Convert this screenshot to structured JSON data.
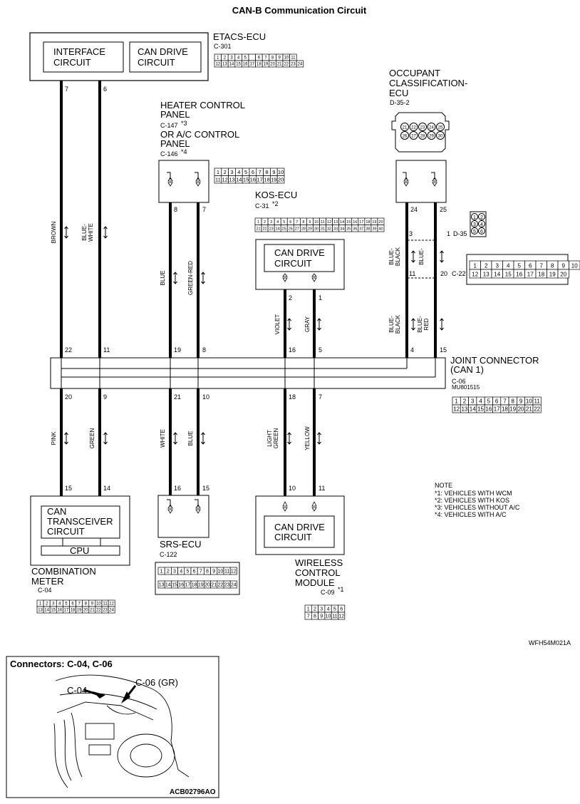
{
  "title": "CAN-B Communication Circuit",
  "etacs": {
    "name": "ETACS-ECU",
    "conn": "C-301",
    "interface_l1": "INTERFACE",
    "interface_l2": "CIRCUIT",
    "candrive_l1": "CAN DRIVE",
    "candrive_l2": "CIRCUIT",
    "pin_brown_top": "7",
    "pin_bluewhite_top": "6",
    "pins_row1": [
      "1",
      "2",
      "3",
      "4",
      "5",
      "",
      "6",
      "7",
      "8",
      "9",
      "10",
      "11"
    ],
    "pins_row2": [
      "12",
      "13",
      "14",
      "15",
      "16",
      "17",
      "18",
      "19",
      "20",
      "21",
      "22",
      "23",
      "24"
    ]
  },
  "heater": {
    "l1": "HEATER CONTROL",
    "l2": "PANEL",
    "conn1": "C-147",
    "star1": "*3",
    "l3": "OR A/C CONTROL",
    "l4": "PANEL",
    "conn2": "C-146",
    "star2": "*4",
    "pin_blue": "8",
    "pin_greenred": "7",
    "pins_row1": [
      "1",
      "2",
      "3",
      "4",
      "5",
      "6",
      "7",
      "8",
      "9",
      "10"
    ],
    "pins_row2": [
      "11",
      "12",
      "13",
      "14",
      "15",
      "16",
      "17",
      "18",
      "19",
      "20"
    ]
  },
  "kos": {
    "name": "KOS-ECU",
    "conn": "C-31",
    "star": "*2",
    "cd_l1": "CAN DRIVE",
    "cd_l2": "CIRCUIT",
    "pin_violet": "2",
    "pin_gray": "1",
    "pins_row1": [
      "1",
      "2",
      "3",
      "4",
      "5",
      "6",
      "7",
      "8",
      "9",
      "10",
      "11",
      "12",
      "13",
      "14",
      "15",
      "16",
      "17",
      "18",
      "19",
      "20"
    ],
    "pins_row2": [
      "21",
      "22",
      "23",
      "24",
      "25",
      "26",
      "27",
      "28",
      "29",
      "30",
      "31",
      "32",
      "33",
      "34",
      "35",
      "36",
      "37",
      "38",
      "39",
      "40"
    ]
  },
  "occupant": {
    "l1": "OCCUPANT",
    "l2": "CLASSIFICATION-",
    "l3": "ECU",
    "conn": "D-35-2",
    "pin_left": "24",
    "pin_right": "25",
    "pins_row1": [
      "21",
      "22",
      "23",
      "24",
      "25"
    ],
    "pins_row2": [
      "26",
      "27",
      "28",
      "29",
      "30"
    ]
  },
  "d35": {
    "conn": "D-35",
    "pin_a": "3",
    "pin_b": "1",
    "pins": [
      "1",
      "2",
      "3",
      "4",
      "5",
      "6"
    ]
  },
  "c22": {
    "conn": "C-22",
    "pin_a": "11",
    "pin_b": "20",
    "pins_row1": [
      "1",
      "2",
      "3",
      "4",
      "5",
      "6",
      "7",
      "8",
      "9",
      "10"
    ],
    "pins_row2": [
      "12",
      "13",
      "14",
      "15",
      "16",
      "17",
      "18",
      "19",
      "20"
    ]
  },
  "joint": {
    "l1": "JOINT CONNECTOR",
    "l2": "(CAN 1)",
    "conn": "C-06",
    "part": "MU801515",
    "top_pins": [
      "22",
      "11",
      "19",
      "8",
      "16",
      "5",
      "4",
      "15"
    ],
    "bottom_pins": [
      "20",
      "9",
      "21",
      "10",
      "18",
      "7"
    ],
    "pins_row1": [
      "1",
      "2",
      "3",
      "4",
      "5",
      "6",
      "7",
      "8",
      "9",
      "10",
      "11"
    ],
    "pins_row2": [
      "12",
      "13",
      "14",
      "15",
      "16",
      "17",
      "18",
      "19",
      "20",
      "21",
      "22"
    ]
  },
  "wires": {
    "brown": "BROWN",
    "blue_white_1": "BLUE-",
    "blue_white_2": "WHITE",
    "blue": "BLUE",
    "green_red": "GREEN-RED",
    "violet": "VIOLET",
    "gray": "GRAY",
    "blue_black_1": "BLUE-",
    "blue_black_2": "BLACK",
    "blue_red_1": "BLUE-",
    "blue_red_2": "RED",
    "blue_x": "BLUE-",
    "pink": "PINK",
    "green": "GREEN",
    "white": "WHITE",
    "blue2": "BLUE",
    "light_green_1": "LIGHT",
    "light_green_2": "GREEN",
    "yellow": "YELLOW"
  },
  "combination": {
    "name1": "COMBINATION",
    "name2": "METER",
    "conn": "C-04",
    "pin_a": "15",
    "pin_b": "14",
    "can_l1": "CAN",
    "can_l2": "TRANSCEIVER",
    "can_l3": "CIRCUIT",
    "cpu": "CPU",
    "pins_row1": [
      "1",
      "2",
      "3",
      "4",
      "5",
      "6",
      "7",
      "8",
      "9",
      "10",
      "11",
      "12"
    ],
    "pins_row2": [
      "13",
      "14",
      "15",
      "16",
      "17",
      "18",
      "19",
      "20",
      "21",
      "22",
      "23",
      "24"
    ]
  },
  "srs": {
    "name": "SRS-ECU",
    "conn": "C-122",
    "pin_a": "16",
    "pin_b": "15",
    "pins_row1": [
      "1",
      "2",
      "3",
      "4",
      "5",
      "6",
      "7",
      "8",
      "9",
      "10",
      "11",
      "12"
    ],
    "pins_row2": [
      "13",
      "14",
      "15",
      "16",
      "17",
      "18",
      "19",
      "20",
      "21",
      "22",
      "23",
      "24"
    ]
  },
  "wireless": {
    "l1": "WIRELESS",
    "l2": "CONTROL",
    "l3": "MODULE",
    "conn": "C-09",
    "star": "*1",
    "pin_a": "10",
    "pin_b": "11",
    "cd_l1": "CAN DRIVE",
    "cd_l2": "CIRCUIT",
    "pins_row1": [
      "1",
      "2",
      "3",
      "4",
      "5",
      "6"
    ],
    "pins_row2": [
      "7",
      "8",
      "9",
      "10",
      "11",
      "12"
    ]
  },
  "note": {
    "title": "NOTE",
    "lines": [
      "*1: VEHICLES WITH WCM",
      "*2: VEHICLES WITH KOS",
      "*3: VEHICLES WITHOUT A/C",
      "*4: VEHICLES WITH A/C"
    ]
  },
  "fig_code": "WFH54M021A",
  "inset": {
    "title": "Connectors: C-04, C-06",
    "c04": "C-04",
    "c06": "C-06 (GR)",
    "code": "ACB02796AO"
  }
}
